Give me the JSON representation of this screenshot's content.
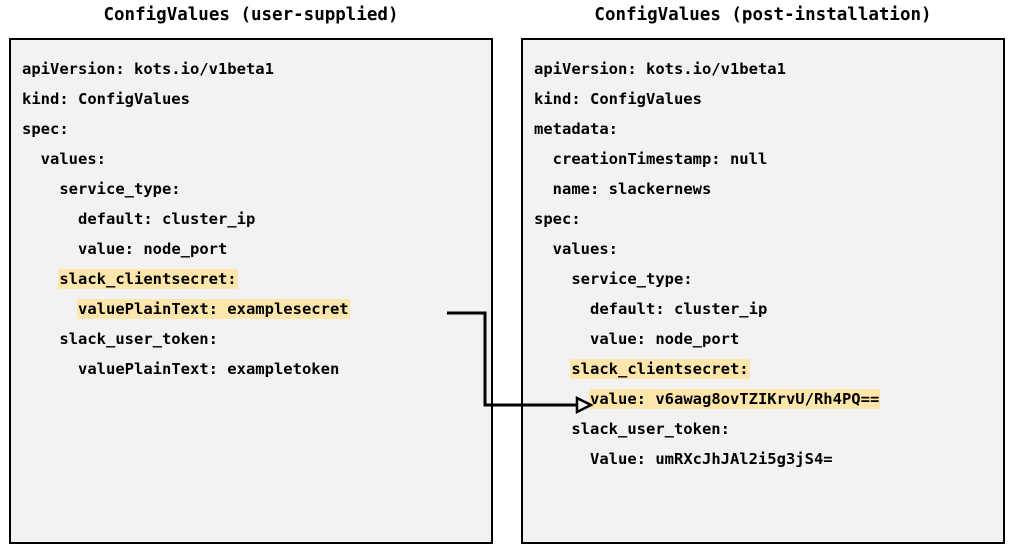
{
  "diagram": {
    "type": "two-panel-yaml-comparison",
    "background_color": "#ffffff",
    "box_fill_color": "#f2f2f2",
    "box_border_color": "#000000",
    "highlight_color": "#fce6ab",
    "connector": {
      "label": "",
      "from": "left.slack_clientsecret.valuePlainText",
      "to": "right.slack_clientsecret.value",
      "arrowhead": "open-triangle",
      "color": "#000000"
    }
  },
  "panels": [
    {
      "title": "ConfigValues (user-supplied)",
      "lines": [
        {
          "indent": 0,
          "text": "apiVersion: kots.io/v1beta1",
          "highlight": false
        },
        {
          "indent": 0,
          "text": "kind: ConfigValues",
          "highlight": false
        },
        {
          "indent": 0,
          "text": "spec:",
          "highlight": false
        },
        {
          "indent": 1,
          "text": "values:",
          "highlight": false
        },
        {
          "indent": 2,
          "text": "service_type:",
          "highlight": false
        },
        {
          "indent": 3,
          "text": "default: cluster_ip",
          "highlight": false
        },
        {
          "indent": 3,
          "text": "value: node_port",
          "highlight": false
        },
        {
          "indent": 2,
          "text": "slack_clientsecret:",
          "highlight": true
        },
        {
          "indent": 3,
          "text": "valuePlainText: examplesecret",
          "highlight": true
        },
        {
          "indent": 2,
          "text": "slack_user_token:",
          "highlight": false
        },
        {
          "indent": 3,
          "text": "valuePlainText: exampletoken",
          "highlight": false
        }
      ]
    },
    {
      "title": "ConfigValues (post-installation)",
      "lines": [
        {
          "indent": 0,
          "text": "apiVersion: kots.io/v1beta1",
          "highlight": false
        },
        {
          "indent": 0,
          "text": "kind: ConfigValues",
          "highlight": false
        },
        {
          "indent": 0,
          "text": "metadata:",
          "highlight": false
        },
        {
          "indent": 1,
          "text": "creationTimestamp: null",
          "highlight": false
        },
        {
          "indent": 1,
          "text": "name: slackernews",
          "highlight": false
        },
        {
          "indent": 0,
          "text": "spec:",
          "highlight": false
        },
        {
          "indent": 1,
          "text": "values:",
          "highlight": false
        },
        {
          "indent": 2,
          "text": "service_type:",
          "highlight": false
        },
        {
          "indent": 3,
          "text": "default: cluster_ip",
          "highlight": false
        },
        {
          "indent": 3,
          "text": "value: node_port",
          "highlight": false
        },
        {
          "indent": 2,
          "text": "slack_clientsecret:",
          "highlight": true
        },
        {
          "indent": 3,
          "text": "value: v6awag8ovTZIKrvU/Rh4PQ==",
          "highlight": true
        },
        {
          "indent": 2,
          "text": "slack_user_token:",
          "highlight": false
        },
        {
          "indent": 3,
          "text": "Value: umRXcJhJAl2i5g3jS4=",
          "highlight": false
        }
      ]
    }
  ]
}
